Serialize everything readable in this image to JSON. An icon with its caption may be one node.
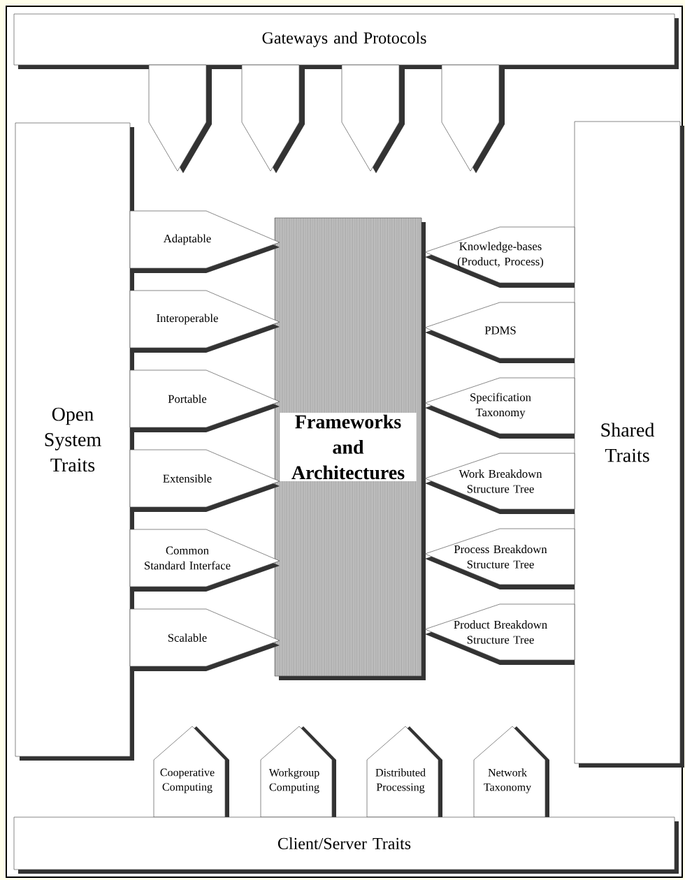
{
  "diagram": {
    "nodes": [
      {
        "text": [
          "Gateways and Protocols"
        ]
      },
      {
        "text": [],
        "shape": "pentagon"
      },
      {
        "text": [],
        "shape": "pentagon"
      },
      {
        "text": [],
        "shape": "pentagon"
      },
      {
        "text": [],
        "shape": "pentagon"
      },
      {
        "text": [
          "Open System Traits"
        ]
      },
      {
        "text": [
          "Frameworks and Architectures"
        ]
      },
      {
        "text": [
          "Shared Traits"
        ]
      },
      {
        "text": [
          "Adaptable"
        ]
      },
      {
        "text": [
          "Interoperable"
        ]
      },
      {
        "text": [
          "Portable"
        ]
      },
      {
        "text": [
          "Extensible"
        ]
      },
      {
        "text": [
          "Common Standard Interface"
        ]
      },
      {
        "text": [
          "Scalable"
        ]
      },
      {
        "text": [
          "Knowledge-bases (Product, Process)"
        ]
      },
      {
        "text": [
          "PDMS"
        ]
      },
      {
        "text": [
          "Specification Taxonomy"
        ]
      },
      {
        "text": [
          "Work Breakdown Structure Tree"
        ]
      },
      {
        "text": [
          "Process Breakdown Structure Tree"
        ]
      },
      {
        "text": [
          "Product Breakdown Structure Tree"
        ]
      },
      {
        "text": [
          "Cooperative Computing"
        ]
      },
      {
        "text": [
          "Workgroup Computing"
        ]
      },
      {
        "text": [
          "Distributed Processing"
        ]
      },
      {
        "text": [
          "Network Taxonomy"
        ]
      },
      {
        "text": [
          "Client/Server Traits"
        ]
      }
    ]
  }
}
